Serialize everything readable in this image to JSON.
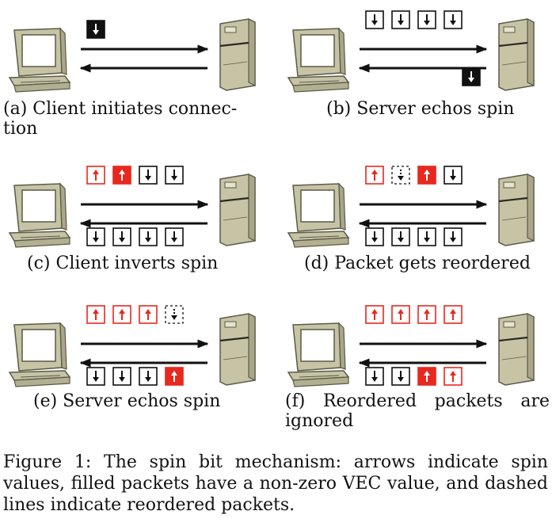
{
  "colors": {
    "red": "#e8281e",
    "black": "#111111",
    "computer_body": "#c7c4a6",
    "computer_edge": "#5a5a46",
    "screen": "#ffffff"
  },
  "icons": [
    "client-computer-icon",
    "server-tower-icon",
    "up-arrow-icon",
    "down-arrow-icon"
  ],
  "panels": [
    {
      "id": "a",
      "caption_lines": [
        "(a) Client initiates connec-",
        "tion"
      ],
      "top_row": [],
      "top_lone": {
        "dir": "down",
        "style": "filled-black"
      },
      "bottom_row": [],
      "bottom_lone": null
    },
    {
      "id": "b",
      "caption_lines": [
        "(b) Server echos spin"
      ],
      "top_row": [
        {
          "dir": "down",
          "style": "plain"
        },
        {
          "dir": "down",
          "style": "plain"
        },
        {
          "dir": "down",
          "style": "plain"
        },
        {
          "dir": "down",
          "style": "plain"
        }
      ],
      "top_lone": null,
      "bottom_row": [],
      "bottom_lone": {
        "dir": "down",
        "style": "filled-black"
      }
    },
    {
      "id": "c",
      "caption_lines": [
        "(c) Client inverts spin"
      ],
      "top_row": [
        {
          "dir": "up",
          "style": "red-outline"
        },
        {
          "dir": "up",
          "style": "filled-red"
        },
        {
          "dir": "down",
          "style": "plain"
        },
        {
          "dir": "down",
          "style": "plain"
        }
      ],
      "top_lone": null,
      "bottom_row": [
        {
          "dir": "down",
          "style": "plain"
        },
        {
          "dir": "down",
          "style": "plain"
        },
        {
          "dir": "down",
          "style": "plain"
        },
        {
          "dir": "down",
          "style": "plain"
        }
      ],
      "bottom_lone": null
    },
    {
      "id": "d",
      "caption_lines": [
        "(d) Packet gets reordered"
      ],
      "top_row": [
        {
          "dir": "up",
          "style": "red-outline"
        },
        {
          "dir": "down",
          "style": "dashed"
        },
        {
          "dir": "up",
          "style": "filled-red"
        },
        {
          "dir": "down",
          "style": "plain"
        }
      ],
      "top_lone": null,
      "bottom_row": [
        {
          "dir": "down",
          "style": "plain"
        },
        {
          "dir": "down",
          "style": "plain"
        },
        {
          "dir": "down",
          "style": "plain"
        },
        {
          "dir": "down",
          "style": "plain"
        }
      ],
      "bottom_lone": null
    },
    {
      "id": "e",
      "caption_lines": [
        "(e) Server echos spin"
      ],
      "top_row": [
        {
          "dir": "up",
          "style": "red-outline"
        },
        {
          "dir": "up",
          "style": "red-outline"
        },
        {
          "dir": "up",
          "style": "red-outline"
        },
        {
          "dir": "down",
          "style": "dashed"
        }
      ],
      "top_lone": null,
      "bottom_row": [
        {
          "dir": "down",
          "style": "plain"
        },
        {
          "dir": "down",
          "style": "plain"
        },
        {
          "dir": "down",
          "style": "plain"
        },
        {
          "dir": "up",
          "style": "filled-red"
        }
      ],
      "bottom_lone": null
    },
    {
      "id": "f",
      "caption_lines": [
        "(f) Reordered packets are",
        "ignored"
      ],
      "top_row": [
        {
          "dir": "up",
          "style": "red-outline"
        },
        {
          "dir": "up",
          "style": "red-outline"
        },
        {
          "dir": "up",
          "style": "red-outline"
        },
        {
          "dir": "up",
          "style": "red-outline"
        }
      ],
      "top_lone": null,
      "bottom_row": [
        {
          "dir": "down",
          "style": "plain"
        },
        {
          "dir": "down",
          "style": "plain"
        },
        {
          "dir": "up",
          "style": "filled-red"
        },
        {
          "dir": "up",
          "style": "red-outline"
        }
      ],
      "bottom_lone": null
    }
  ],
  "figure_caption": {
    "lines": [
      "Figure 1:  The spin bit mechanism:  arrows indicate spin",
      "values, filled packets have a non-zero VEC value, and dashed",
      "lines indicate reordered packets."
    ]
  }
}
